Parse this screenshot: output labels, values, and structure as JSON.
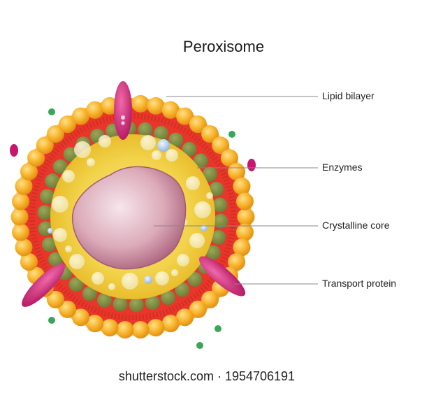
{
  "title": "Peroxisome",
  "labels": {
    "lipid_bilayer": "Lipid bilayer",
    "enzymes": "Enzymes",
    "crystalline_core": "Crystalline core",
    "transport_protein": "Transport protein"
  },
  "watermark": "shutterstock.com · 1954706191",
  "colors": {
    "outer_beads": "#f5a623",
    "red_layer": "#e8362a",
    "inner_beads": "#7f8f43",
    "interior": "#f2cf3a",
    "core": "#c9889c",
    "transport_protein": "#d41e7a",
    "green_dot": "#3aa65a"
  }
}
